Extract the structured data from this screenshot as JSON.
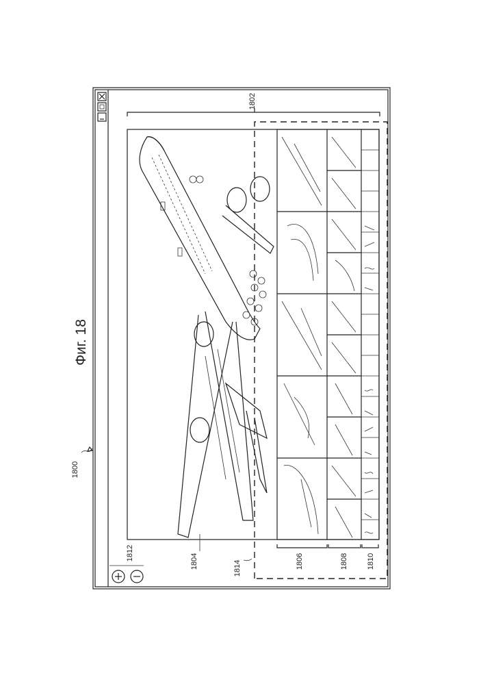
{
  "figure": {
    "title": "Фиг. 18",
    "refs": {
      "window": "1800",
      "panel_range": "1802",
      "main_image": "1804",
      "row_1": "1806",
      "row_2": "1808",
      "row_3": "1810",
      "zoom_controls": "1812",
      "dashed_region": "1814"
    }
  },
  "icons": {
    "zoom_in": "plus-icon",
    "zoom_out": "minus-icon",
    "window_buttons": [
      "minimize-icon",
      "maximize-icon",
      "close-icon"
    ]
  }
}
